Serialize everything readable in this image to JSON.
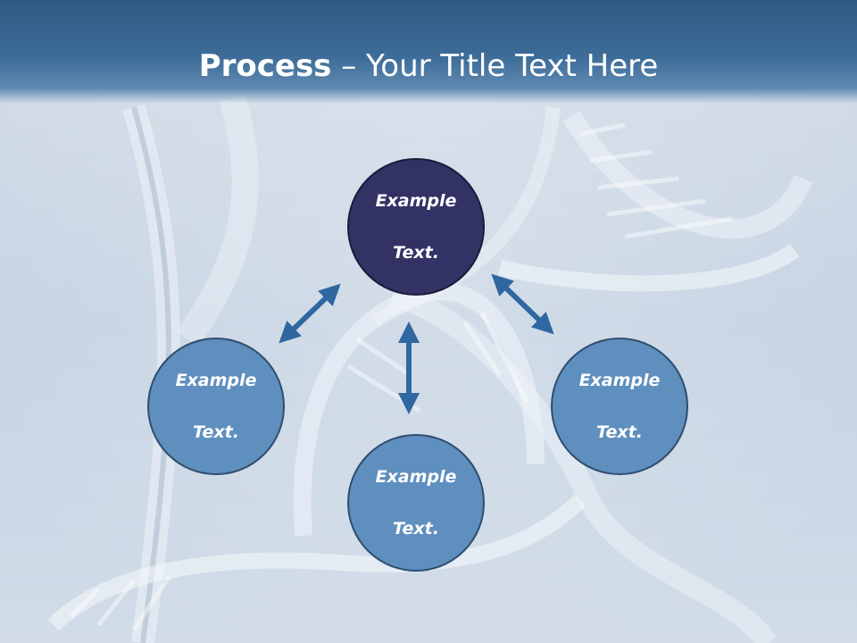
{
  "header": {
    "title_bold": "Process",
    "title_rest": " – Your Title Text Here"
  },
  "diagram": {
    "top_node": {
      "line1": "Example",
      "line2": "Text."
    },
    "left_node": {
      "line1": "Example",
      "line2": "Text."
    },
    "right_node": {
      "line1": "Example",
      "line2": "Text."
    },
    "bottom_node": {
      "line1": "Example",
      "line2": "Text."
    }
  },
  "colors": {
    "header": "#3d6c98",
    "top_node_fill": "#333265",
    "node_fill": "#5f8fbf",
    "arrow": "#2f67a0",
    "background": "#c9d6e4"
  }
}
